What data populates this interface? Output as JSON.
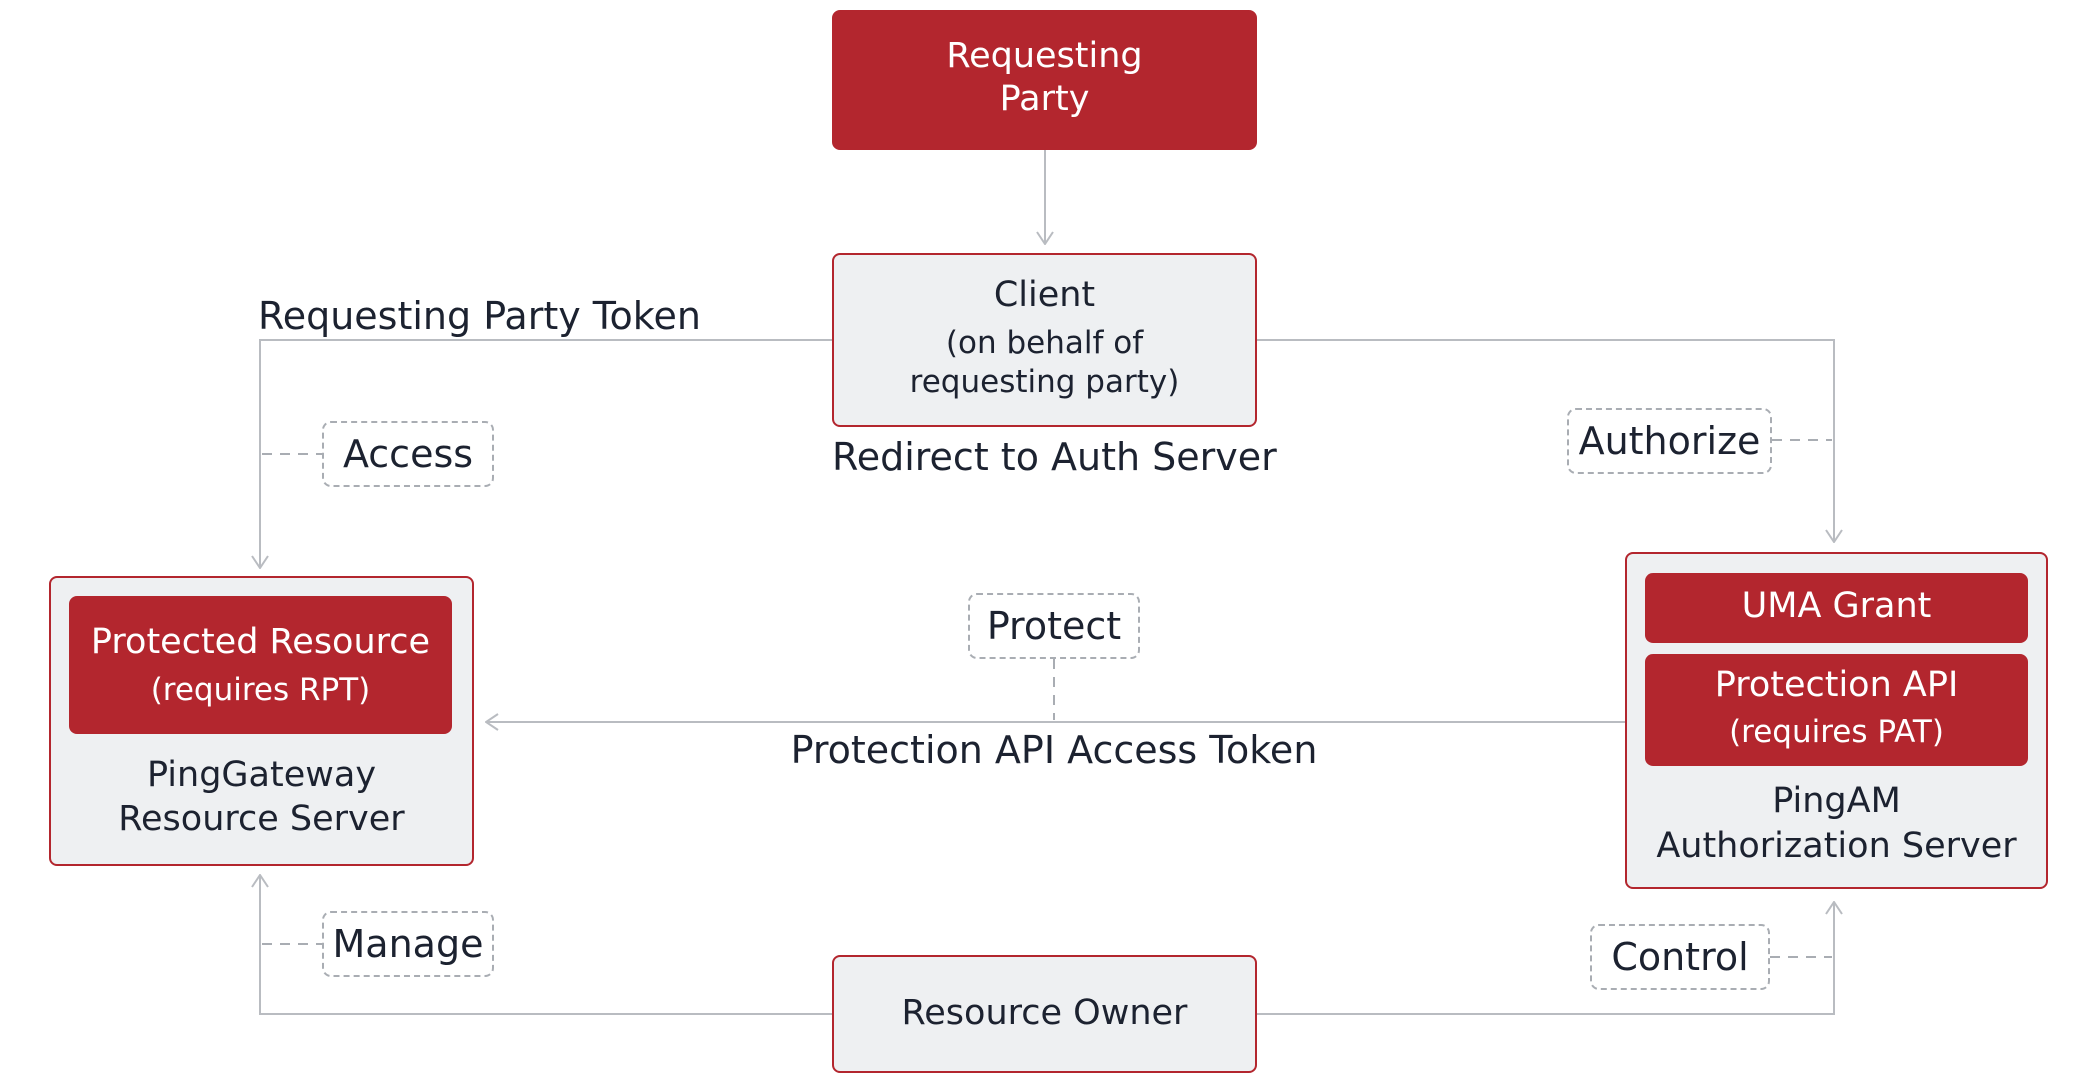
{
  "nodes": {
    "requesting_party": {
      "line1": "Requesting",
      "line2": "Party"
    },
    "client": {
      "title": "Client",
      "line2": "(on behalf of",
      "line3": "requesting party)",
      "caption": "Redirect to Auth Server"
    },
    "resource_server": {
      "inner_title": "Protected Resource",
      "inner_sub": "(requires RPT)",
      "line1": "PingGateway",
      "line2": "Resource Server"
    },
    "authorization_server": {
      "grant": "UMA Grant",
      "api_title": "Protection API",
      "api_sub": "(requires PAT)",
      "line1": "PingAM",
      "line2": "Authorization Server"
    },
    "resource_owner": {
      "label": "Resource Owner"
    }
  },
  "edges": {
    "rpt_label": "Requesting Party Token",
    "pat_label": "Protection API Access Token"
  },
  "tags": {
    "access": "Access",
    "authorize": "Authorize",
    "protect": "Protect",
    "manage": "Manage",
    "control": "Control"
  },
  "colors": {
    "brand_red": "#b3262e",
    "box_fill": "#eef0f2",
    "connector": "#b9bcc1",
    "dashed": "#a9adb3"
  }
}
